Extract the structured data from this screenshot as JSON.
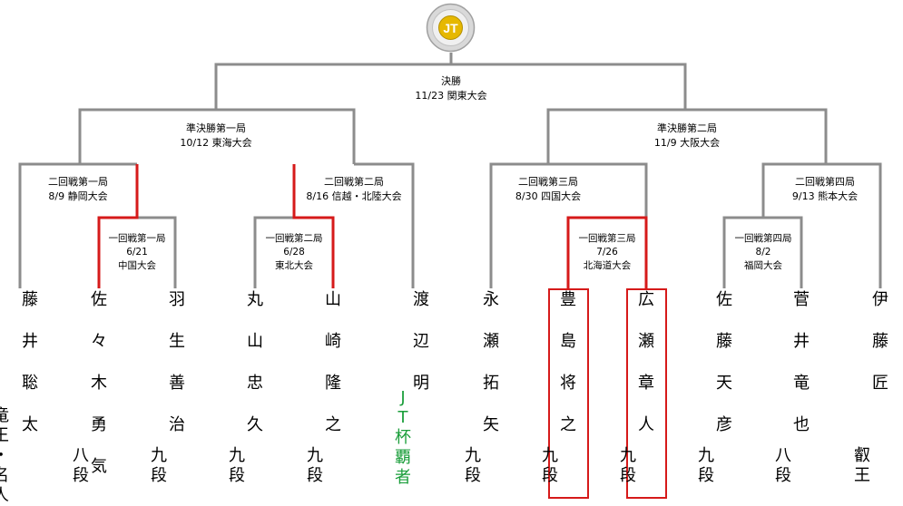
{
  "header": {
    "logo_text": "JT"
  },
  "final": {
    "name": "決勝",
    "date_venue": "11/23 関東大会"
  },
  "semis": [
    {
      "name": "準決勝第一局",
      "date_venue": "10/12 東海大会"
    },
    {
      "name": "準決勝第二局",
      "date_venue": "11/9 大阪大会"
    }
  ],
  "round2": [
    {
      "name": "二回戦第一局",
      "date_venue": "8/9 静岡大会"
    },
    {
      "name": "二回戦第二局",
      "date_venue": "8/16 信越・北陸大会"
    },
    {
      "name": "二回戦第三局",
      "date_venue": "8/30 四国大会"
    },
    {
      "name": "二回戦第四局",
      "date_venue": "9/13 熊本大会"
    }
  ],
  "round1": [
    {
      "name": "一回戦第一局",
      "date": "6/21",
      "venue": "中国大会"
    },
    {
      "name": "一回戦第二局",
      "date": "6/28",
      "venue": "東北大会"
    },
    {
      "name": "一回戦第三局",
      "date": "7/26",
      "venue": "北海道大会"
    },
    {
      "name": "一回戦第四局",
      "date": "8/2",
      "venue": "福岡大会"
    }
  ],
  "players": [
    {
      "name": [
        "藤",
        "井",
        "聡",
        "太"
      ],
      "title": [
        "竜",
        "王",
        "・",
        "名",
        "人"
      ]
    },
    {
      "name": [
        "佐",
        "々",
        "木",
        "勇",
        "気"
      ],
      "title": [
        "八",
        "段"
      ]
    },
    {
      "name": [
        "羽",
        "生",
        "善",
        "治"
      ],
      "title": [
        "九",
        "段"
      ]
    },
    {
      "name": [
        "丸",
        "山",
        "忠",
        "久"
      ],
      "title": [
        "九",
        "段"
      ]
    },
    {
      "name": [
        "山",
        "崎",
        "隆",
        "之"
      ],
      "title": [
        "九",
        "段"
      ]
    },
    {
      "name": [
        "渡",
        "辺",
        "明"
      ],
      "title": [
        "J",
        "T",
        "杯",
        "覇",
        "者"
      ]
    },
    {
      "name": [
        "永",
        "瀬",
        "拓",
        "矢"
      ],
      "title": [
        "九",
        "段"
      ]
    },
    {
      "name": [
        "豊",
        "島",
        "将",
        "之"
      ],
      "title": [
        "九",
        "段"
      ]
    },
    {
      "name": [
        "広",
        "瀬",
        "章",
        "人"
      ],
      "title": [
        "九",
        "段"
      ]
    },
    {
      "name": [
        "佐",
        "藤",
        "天",
        "彦"
      ],
      "title": [
        "九",
        "段"
      ]
    },
    {
      "name": [
        "菅",
        "井",
        "竜",
        "也"
      ],
      "title": [
        "八",
        "段"
      ]
    },
    {
      "name": [
        "伊",
        "藤",
        "匠"
      ],
      "title": [
        "叡",
        "王"
      ]
    }
  ],
  "colors": {
    "line": "#8c8c8c",
    "winner": "#d61a1a",
    "champion_title": "#1a9e3a",
    "logo_gold": "#e6b800"
  }
}
